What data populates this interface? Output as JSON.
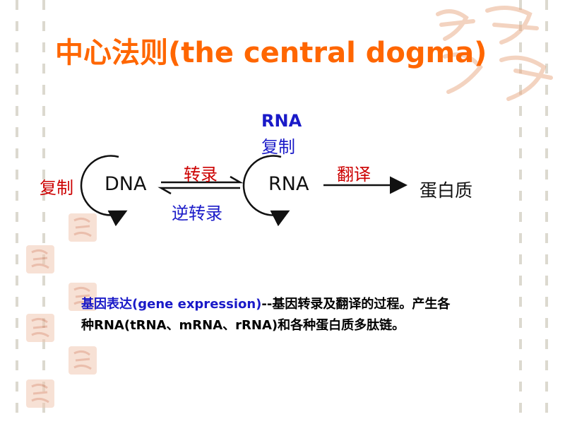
{
  "title": "中心法则(the central dogma)",
  "colors": {
    "title": "#ff6600",
    "red": "#cc0000",
    "blue": "#1a1ac8",
    "watermark": "#e8a882"
  },
  "diagram": {
    "dna": "DNA",
    "rna": "RNA",
    "protein": "蛋白质",
    "dna_replication": "复制",
    "rna_replication_line1": "RNA",
    "rna_replication_line2": "复制",
    "transcription": "转录",
    "reverse_transcription": "逆转录",
    "translation": "翻译"
  },
  "description": {
    "term": "基因表达(gene  expression)",
    "line1_rest": "--基因转录及翻译的过程。产生各",
    "line2": "种RNA(tRNA、mRNA、rRNA)和各种蛋白质多肽链。"
  },
  "icons": [
    "seal-icon",
    "calligraphy-watermark-icon"
  ]
}
